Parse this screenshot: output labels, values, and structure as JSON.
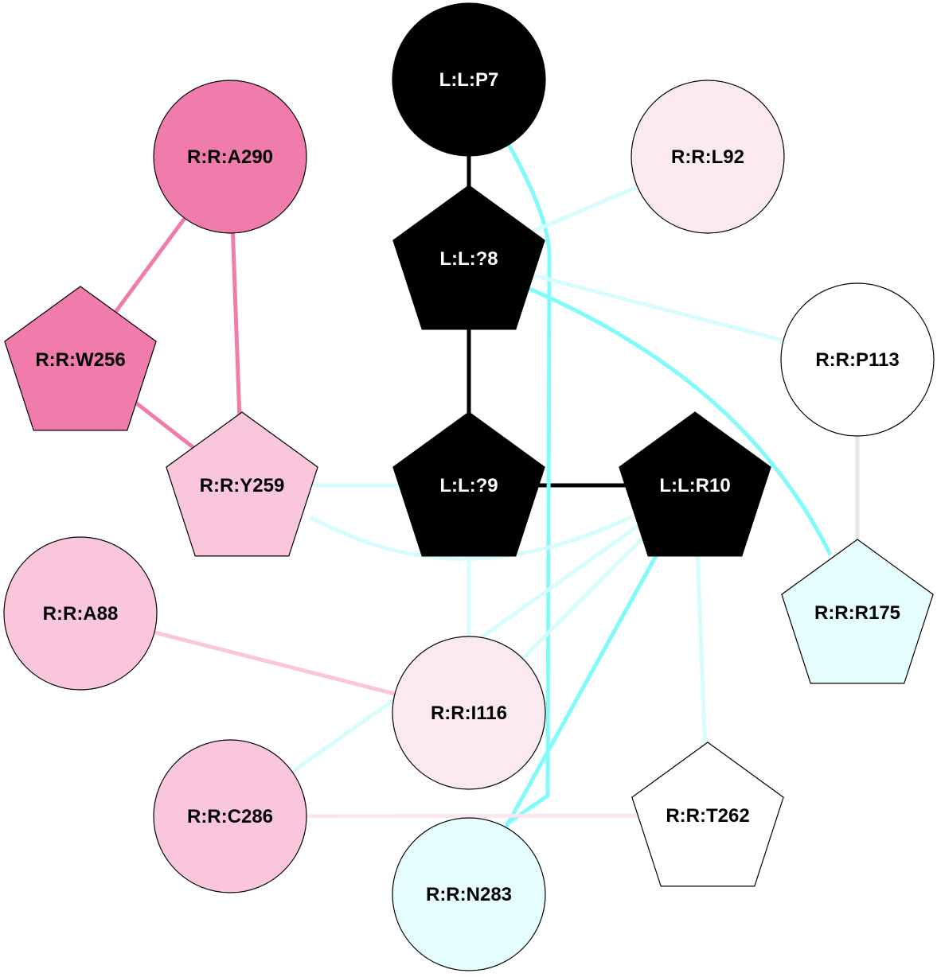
{
  "diagram": {
    "type": "residue-interaction-network",
    "colors": {
      "ligand": "#000000",
      "hot_pink": "#f07cab",
      "light_pink": "#f9c6dc",
      "pale_pink": "#fbe9f2",
      "pale_cyan": "#e6fdfd",
      "white": "#ffffff",
      "edge_black": "#000000",
      "edge_cyan_strong": "#80fafa",
      "edge_cyan_faint": "#d6fcfc",
      "edge_pink_strong": "#f07cab",
      "edge_pink_light": "#f9c6dc",
      "edge_pink_faint": "#fbe5ef",
      "edge_gray": "#e6e6e6"
    },
    "nodes": [
      {
        "id": "P7",
        "label": "L:L:P7",
        "shape": "circle",
        "fill": "ligand",
        "text": "#ffffff"
      },
      {
        "id": "Q8",
        "label": "L:L:?8",
        "shape": "pentagon",
        "fill": "ligand",
        "text": "#ffffff"
      },
      {
        "id": "Q9",
        "label": "L:L:?9",
        "shape": "pentagon",
        "fill": "ligand",
        "text": "#ffffff"
      },
      {
        "id": "R10",
        "label": "L:L:R10",
        "shape": "pentagon",
        "fill": "ligand",
        "text": "#ffffff"
      },
      {
        "id": "A290",
        "label": "R:R:A290",
        "shape": "circle",
        "fill": "hot_pink",
        "text": "#000000"
      },
      {
        "id": "W256",
        "label": "R:R:W256",
        "shape": "pentagon",
        "fill": "hot_pink",
        "text": "#000000"
      },
      {
        "id": "Y259",
        "label": "R:R:Y259",
        "shape": "pentagon",
        "fill": "light_pink",
        "text": "#000000"
      },
      {
        "id": "A88",
        "label": "R:R:A88",
        "shape": "circle",
        "fill": "light_pink",
        "text": "#000000"
      },
      {
        "id": "C286",
        "label": "R:R:C286",
        "shape": "circle",
        "fill": "light_pink",
        "text": "#000000"
      },
      {
        "id": "I116",
        "label": "R:R:I116",
        "shape": "circle",
        "fill": "pale_pink",
        "text": "#000000"
      },
      {
        "id": "L92",
        "label": "R:R:L92",
        "shape": "circle",
        "fill": "pale_pink",
        "text": "#000000"
      },
      {
        "id": "P113",
        "label": "R:R:P113",
        "shape": "circle",
        "fill": "white",
        "text": "#000000"
      },
      {
        "id": "R175",
        "label": "R:R:R175",
        "shape": "pentagon",
        "fill": "pale_cyan",
        "text": "#000000"
      },
      {
        "id": "T262",
        "label": "R:R:T262",
        "shape": "pentagon",
        "fill": "white",
        "text": "#000000"
      },
      {
        "id": "N283",
        "label": "R:R:N283",
        "shape": "circle",
        "fill": "pale_cyan",
        "text": "#000000"
      }
    ],
    "edges": [
      {
        "source": "P7",
        "target": "Q8",
        "color": "edge_black",
        "weight": "strong"
      },
      {
        "source": "Q8",
        "target": "Q9",
        "color": "edge_black",
        "weight": "strong"
      },
      {
        "source": "Q9",
        "target": "R10",
        "color": "edge_black",
        "weight": "strong"
      },
      {
        "source": "P7",
        "target": "N283",
        "color": "edge_cyan_strong",
        "weight": "strong"
      },
      {
        "source": "Q8",
        "target": "L92",
        "color": "edge_cyan_faint",
        "weight": "faint"
      },
      {
        "source": "Q8",
        "target": "P113",
        "color": "edge_cyan_faint",
        "weight": "faint"
      },
      {
        "source": "Q8",
        "target": "R175",
        "color": "edge_cyan_strong",
        "weight": "strong"
      },
      {
        "source": "Q9",
        "target": "Y259",
        "color": "edge_cyan_faint",
        "weight": "faint"
      },
      {
        "source": "Q9",
        "target": "I116",
        "color": "edge_cyan_faint",
        "weight": "faint"
      },
      {
        "source": "R10",
        "target": "Y259",
        "color": "edge_cyan_faint",
        "weight": "faint"
      },
      {
        "source": "R10",
        "target": "I116",
        "color": "edge_cyan_faint",
        "weight": "faint"
      },
      {
        "source": "R10",
        "target": "C286",
        "color": "edge_cyan_faint",
        "weight": "faint"
      },
      {
        "source": "R10",
        "target": "N283",
        "color": "edge_cyan_strong",
        "weight": "strong"
      },
      {
        "source": "R10",
        "target": "T262",
        "color": "edge_cyan_faint",
        "weight": "faint"
      },
      {
        "source": "A290",
        "target": "W256",
        "color": "edge_pink_strong",
        "weight": "strong"
      },
      {
        "source": "A290",
        "target": "Y259",
        "color": "edge_pink_strong",
        "weight": "strong"
      },
      {
        "source": "W256",
        "target": "Y259",
        "color": "edge_pink_strong",
        "weight": "strong"
      },
      {
        "source": "A88",
        "target": "I116",
        "color": "edge_pink_light",
        "weight": "strong"
      },
      {
        "source": "C286",
        "target": "T262",
        "color": "edge_pink_faint",
        "weight": "strong"
      },
      {
        "source": "P113",
        "target": "R175",
        "color": "edge_gray",
        "weight": "strong"
      }
    ]
  }
}
